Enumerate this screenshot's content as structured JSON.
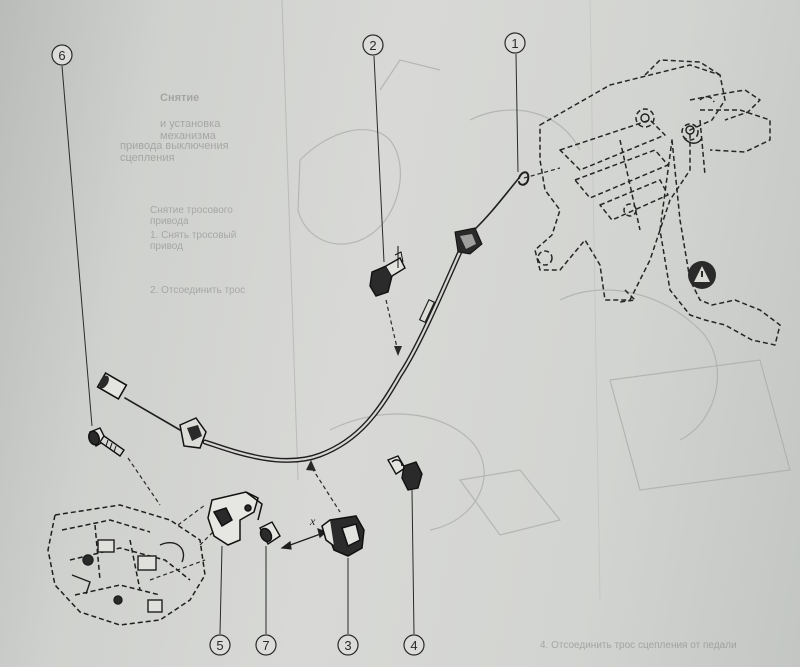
{
  "figure": {
    "colors": {
      "paper": "#d4d6d3",
      "ink": "#2c2c2c",
      "faint": "#a2a5a3",
      "dark": "#1e1e1e"
    },
    "callouts": [
      {
        "label": "1",
        "part": "clutch-cable-end-at-pedal"
      },
      {
        "label": "2",
        "part": "cable-mounting-clip"
      },
      {
        "label": "3",
        "part": "cable-retaining-bracket"
      },
      {
        "label": "4",
        "part": "cable-clip"
      },
      {
        "label": "5",
        "part": "release-fork-bracket"
      },
      {
        "label": "6",
        "part": "mounting-bolt"
      },
      {
        "label": "7",
        "part": "cable-sleeve"
      }
    ],
    "dimension_mark": "x"
  },
  "left_page_text": {
    "heading": "Снятие",
    "lines": [
      "и установка механизма",
      "привода выключения сцепления",
      "Снятие тросового привода",
      "1. Снять тросовый привод",
      "2. Отсоединить трос"
    ]
  },
  "bottom_text": "4. Отсоединить трос сцепления от педали"
}
